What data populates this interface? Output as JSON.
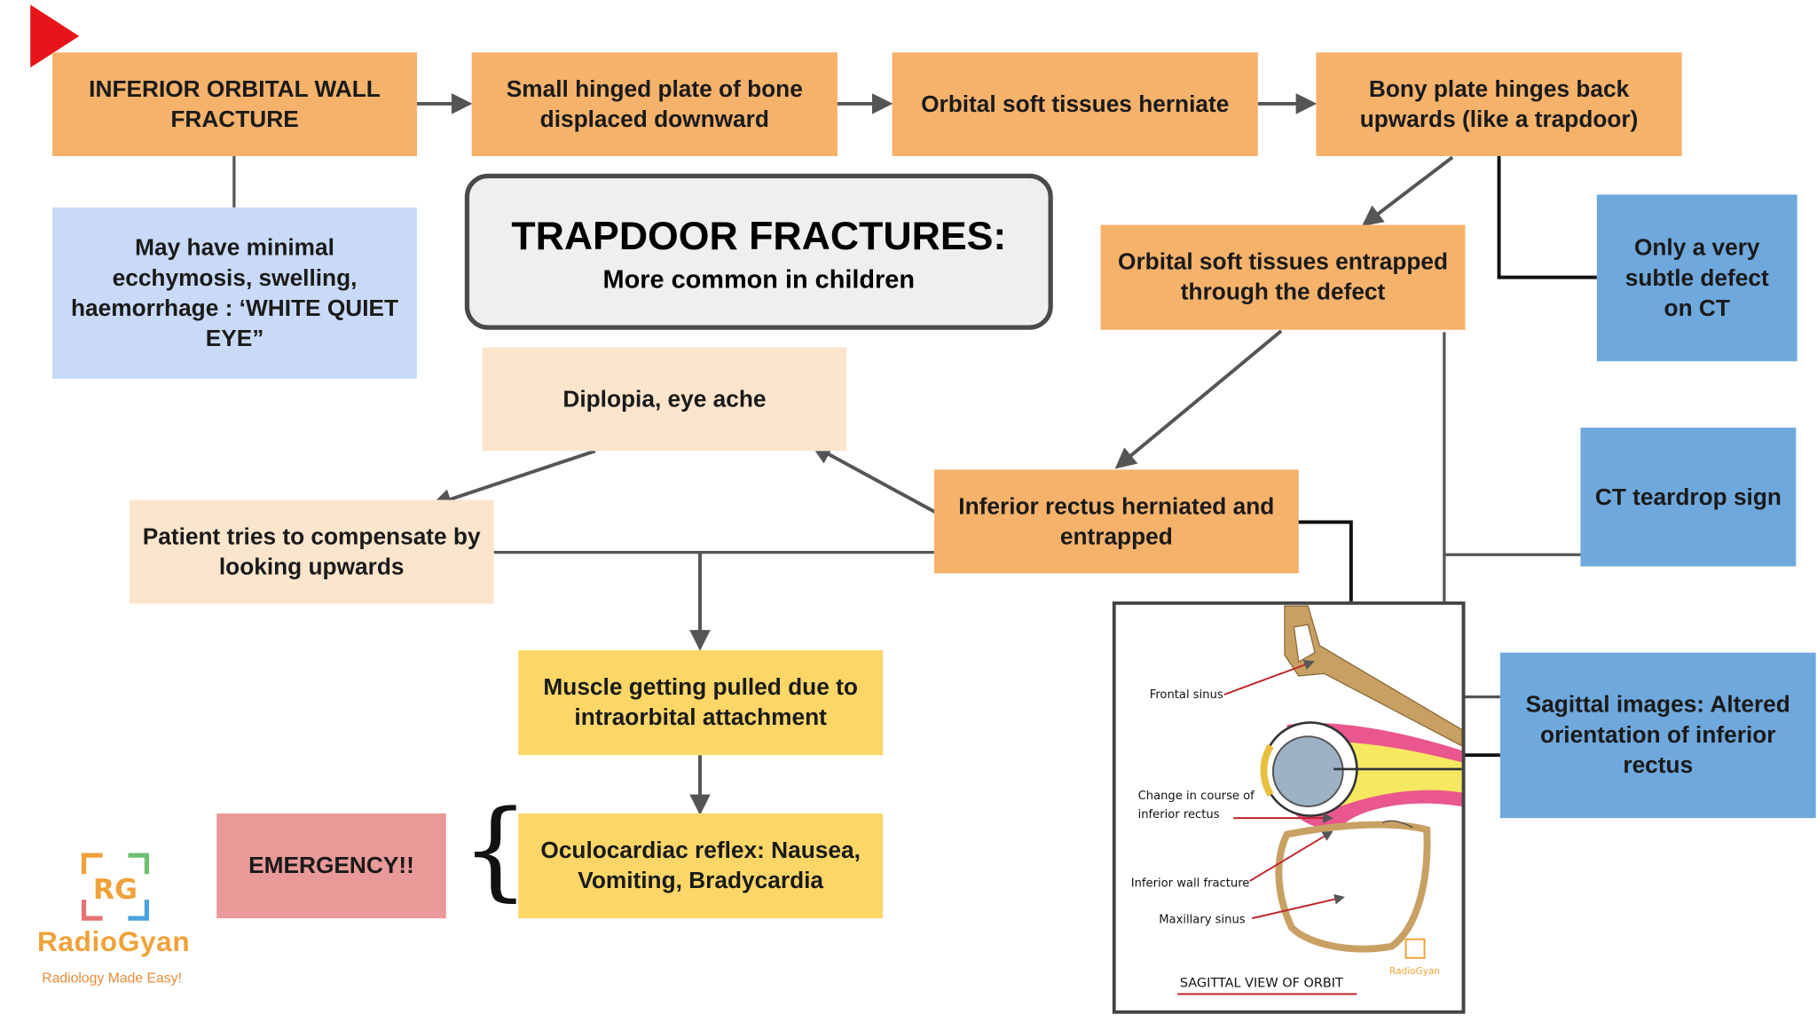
{
  "title": {
    "main": "TRAPDOOR FRACTURES:",
    "sub": "More common in children"
  },
  "boxes": {
    "inferior_wall": "INFERIOR ORBITAL WALL FRACTURE",
    "hinged_plate": "Small hinged plate of bone displaced downward",
    "herniate": "Orbital soft tissues herniate",
    "hinges_back": "Bony plate hinges back upwards (like a trapdoor)",
    "ecchymosis": "May have minimal ecchymosis, swelling, haemorrhage : ‘WHITE QUIET EYE”",
    "entrapped": "Orbital soft tissues entrapped through the defect",
    "subtle_defect": "Only a very subtle defect on CT",
    "diplopia": "Diplopia, eye ache",
    "compensate": "Patient tries to compensate by looking upwards",
    "rectus": "Inferior rectus herniated and entrapped",
    "teardrop": "CT teardrop sign",
    "muscle_pulled": "Muscle getting pulled due to intraorbital attachment",
    "sagittal": "Sagittal images: Altered orientation of inferior rectus",
    "emergency": "EMERGENCY!!",
    "oculocardiac": "Oculocardiac reflex: Nausea, Vomiting, Bradycardia"
  },
  "illustration": {
    "frontal_sinus": "Frontal sinus",
    "change_course_1": "Change in course of",
    "change_course_2": "inferior rectus",
    "inferior_wall_fracture": "Inferior wall fracture",
    "maxillary_sinus": "Maxillary sinus",
    "caption": "SAGITTAL VIEW OF ORBIT",
    "mini_logo": "RadioGyan"
  },
  "brace": "{",
  "logo": {
    "mark": "RG",
    "name": "RadioGyan",
    "tagline": "Radiology Made Easy!"
  },
  "colors": {
    "orange": "#f5b26b",
    "light_blue": "#c9daf8",
    "blue": "#6fa8dc",
    "peach": "#fce5cd",
    "yellow": "#fcd667",
    "pink": "#ea9999",
    "play_marker": "#e8141b"
  },
  "icons": [
    "play-triangle-icon",
    "radiogyan-logo-icon"
  ]
}
